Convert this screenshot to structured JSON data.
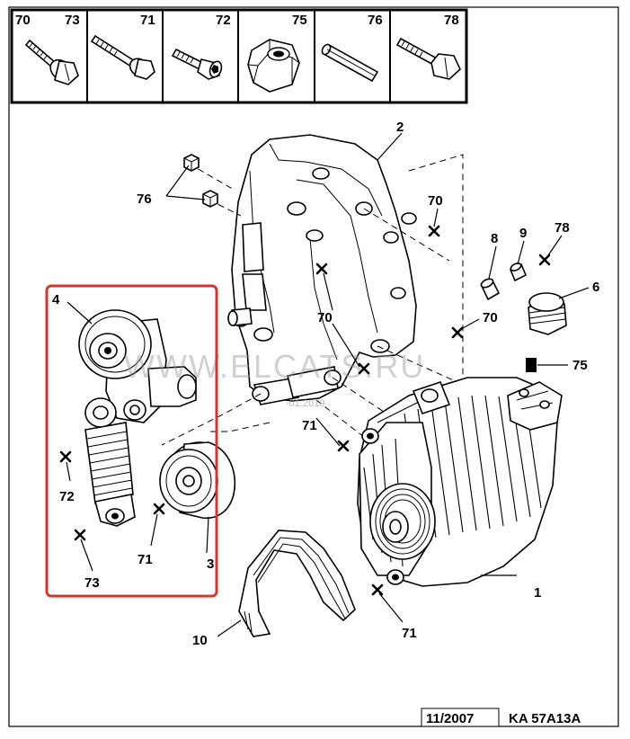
{
  "header_cells": [
    {
      "left": "70",
      "right": "73",
      "icon": "flange-bolt-icon"
    },
    {
      "left": "",
      "right": "71",
      "icon": "long-flange-bolt-icon"
    },
    {
      "left": "",
      "right": "72",
      "icon": "socket-cap-screw-icon"
    },
    {
      "left": "",
      "right": "75",
      "icon": "hex-nut-icon"
    },
    {
      "left": "",
      "right": "76",
      "icon": "roll-pin-icon"
    },
    {
      "left": "",
      "right": "78",
      "icon": "hex-bolt-icon"
    }
  ],
  "labels": {
    "l1": "1",
    "l2": "2",
    "l3": "3",
    "l4": "4",
    "l6": "6",
    "l8": "8",
    "l9": "9",
    "l10": "10",
    "l70a": "70",
    "l70b": "70",
    "l70c": "70",
    "l71a": "71",
    "l71b": "71",
    "l71c": "71",
    "l72": "72",
    "l73": "73",
    "l75": "75",
    "l76": "76",
    "l78": "78"
  },
  "watermark": {
    "main": "WWW.ELCATS.RU",
    "date": "-01.2019"
  },
  "footer": {
    "date": "11/2007",
    "code": "KA 57A13A"
  },
  "highlight_color": "#d9342b"
}
